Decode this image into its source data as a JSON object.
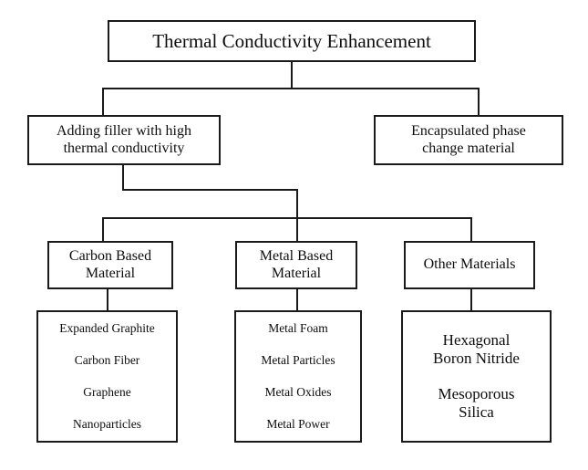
{
  "diagram": {
    "title": "Thermal Conductivity Enhancement",
    "type": "tree-flowchart",
    "colors": {
      "border": "#1a1a1a",
      "background": "#ffffff",
      "text": "#0d0d0d"
    },
    "nodes": {
      "root": {
        "label": "Thermal Conductivity Enhancement",
        "lines": [
          "Thermal Conductivity Enhancement"
        ]
      },
      "filler": {
        "label": "Adding filler with high thermal conductivity",
        "lines": [
          "Adding filler with high",
          "thermal conductivity"
        ]
      },
      "epcm": {
        "label": "Encapsulated phase change material",
        "lines": [
          "Encapsulated phase",
          "change material"
        ]
      },
      "carbon": {
        "label": "Carbon Based Material",
        "lines": [
          "Carbon Based",
          "Material"
        ]
      },
      "metal": {
        "label": "Metal Based Material",
        "lines": [
          "Metal Based",
          "Material"
        ]
      },
      "other": {
        "label": "Other Materials",
        "lines": [
          "Other Materials"
        ]
      },
      "carbon_items": {
        "items": [
          "Expanded Graphite",
          "Carbon Fiber",
          "Graphene",
          "Nanoparticles"
        ]
      },
      "metal_items": {
        "items": [
          "Metal Foam",
          "Metal Particles",
          "Metal Oxides",
          "Metal Power"
        ]
      },
      "other_items": {
        "groups": [
          {
            "lines": [
              "Hexagonal",
              "Boron Nitride"
            ]
          },
          {
            "lines": [
              "Mesoporous",
              "Silica"
            ]
          }
        ]
      }
    }
  }
}
